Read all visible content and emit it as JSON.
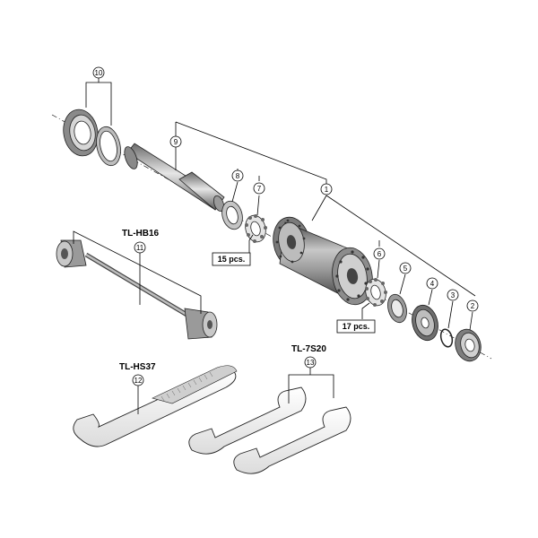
{
  "callouts": {
    "c1": "1",
    "c2": "2",
    "c3": "3",
    "c4": "4",
    "c5": "5",
    "c6": "6",
    "c7": "7",
    "c8": "8",
    "c9": "9",
    "c10": "10",
    "c11": "11",
    "c12": "12",
    "c13": "13"
  },
  "tools": {
    "hb16": "TL-HB16",
    "hs37": "TL-HS37",
    "s720": "TL-7S20"
  },
  "quantities": {
    "q15": "15 pcs.",
    "q17": "17 pcs."
  },
  "colors": {
    "metal_light": "#d9d9d9",
    "metal_mid": "#9a9a9a",
    "metal_dark": "#555555",
    "outline": "#222222"
  }
}
